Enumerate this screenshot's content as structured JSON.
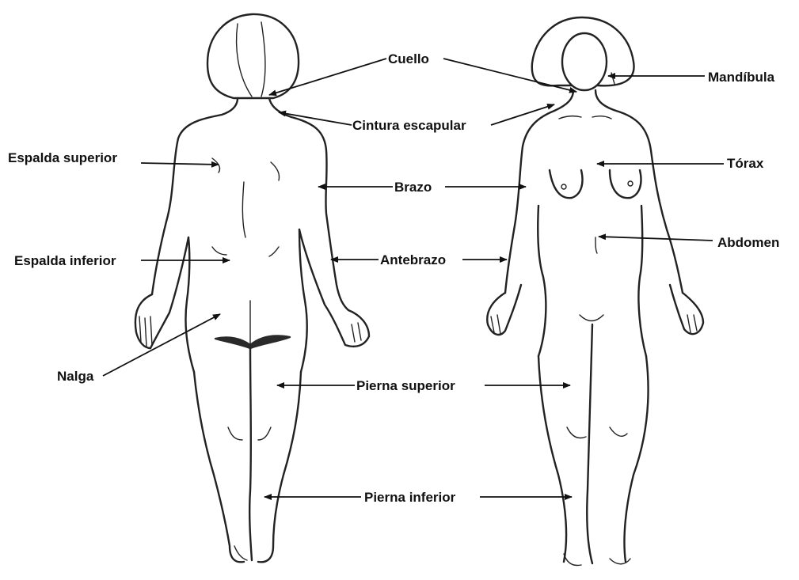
{
  "labels": {
    "cuello": "Cuello",
    "mandibula": "Mandíbula",
    "cintura_escapular": "Cintura escapular",
    "espalda_superior": "Espalda superior",
    "brazo": "Brazo",
    "torax": "Tórax",
    "espalda_inferior": "Espalda inferior",
    "antebrazo": "Antebrazo",
    "abdomen": "Abdomen",
    "nalga": "Nalga",
    "pierna_superior": "Pierna superior",
    "pierna_inferior": "Pierna inferior"
  }
}
